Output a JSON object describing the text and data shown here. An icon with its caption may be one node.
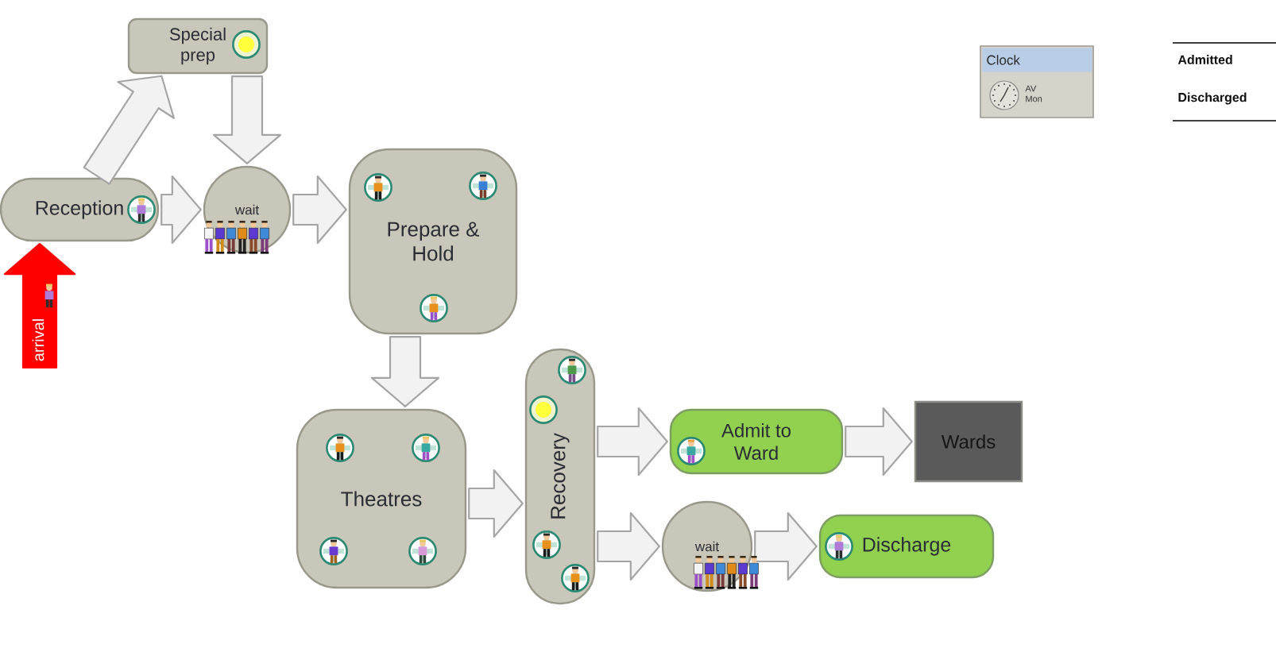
{
  "diagram": {
    "nodes": [
      {
        "text": [
          "Special prep"
        ]
      },
      {
        "text": [
          "Reception"
        ]
      },
      {
        "text": [
          "wait"
        ]
      },
      {
        "text": [
          "Prepare & Hold"
        ]
      },
      {
        "text": [
          "Theatres"
        ]
      },
      {
        "text": [
          "Recovery"
        ]
      },
      {
        "text": [
          "Admit to Ward"
        ]
      },
      {
        "text": [
          "Wards"
        ]
      },
      {
        "text": [
          "wait"
        ]
      },
      {
        "text": [
          "Discharge"
        ]
      },
      {
        "text": [
          "Clock",
          "AV Mon"
        ]
      }
    ],
    "edges": [
      {
        "from": null,
        "to": 1,
        "arrow": "to",
        "label": "arrival",
        "color": "#ff0000"
      },
      {
        "from": 1,
        "to": 0,
        "arrow": "to"
      },
      {
        "from": 0,
        "to": 2,
        "arrow": "to"
      },
      {
        "from": 1,
        "to": 2,
        "arrow": "to"
      },
      {
        "from": 2,
        "to": 3,
        "arrow": "to"
      },
      {
        "from": 3,
        "to": 4,
        "arrow": "to"
      },
      {
        "from": 4,
        "to": 5,
        "arrow": "to"
      },
      {
        "from": 5,
        "to": 6,
        "arrow": "to"
      },
      {
        "from": 5,
        "to": 8,
        "arrow": "to"
      },
      {
        "from": 6,
        "to": 7,
        "arrow": "to"
      },
      {
        "from": 8,
        "to": 9,
        "arrow": "to"
      }
    ],
    "labels": [
      "Admitted",
      "Discharged"
    ]
  }
}
